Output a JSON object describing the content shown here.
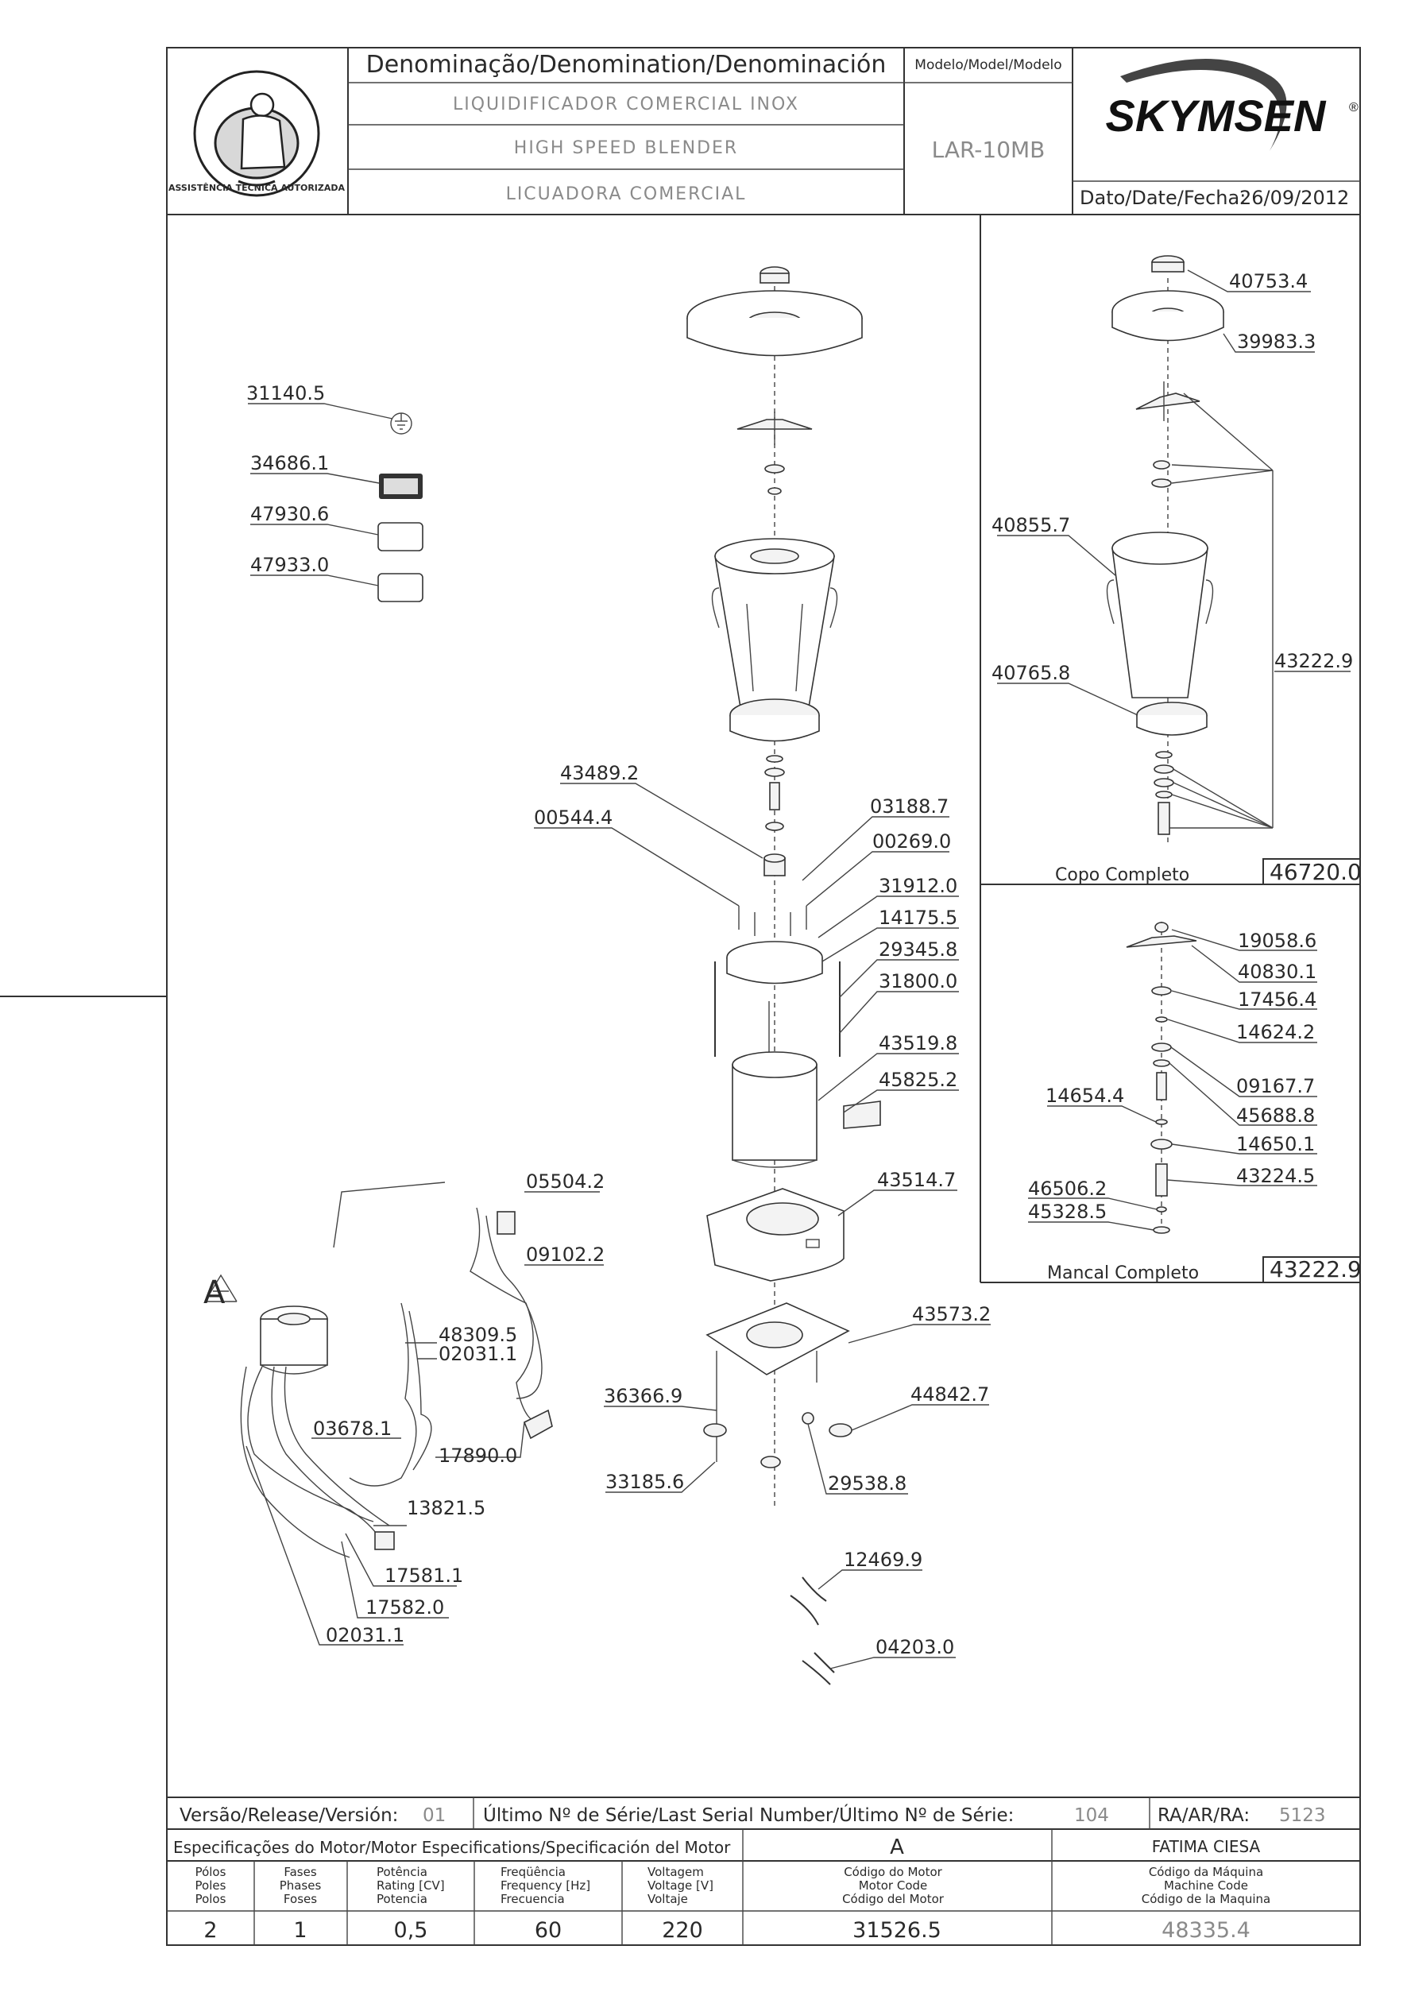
{
  "header": {
    "stamp_text": "ASSISTÊNCIA TÉCNICA AUTORIZADA",
    "denomination_label": "Denominação/Denomination/Denominación",
    "names": [
      "LIQUIDIFICADOR COMERCIAL INOX",
      "HIGH SPEED BLENDER",
      "LICUADORA COMERCIAL"
    ],
    "model_label": "Modelo/Model/Modelo",
    "model_value": "LAR-10MB",
    "brand": "SKYMSEN",
    "brand_mark": "®",
    "date_label": "Dato/Date/Fecha:",
    "date_value": "26/09/2012"
  },
  "diagram": {
    "parts": {
      "p31140_5": "31140.5",
      "p34686_1": "34686.1",
      "p47930_6": "47930.6",
      "p47933_0": "47933.0",
      "p43489_2": "43489.2",
      "p00544_4": "00544.4",
      "p03188_7": "03188.7",
      "p00269_0": "00269.0",
      "p31912_0": "31912.0",
      "p14175_5": "14175.5",
      "p29345_8": "29345.8",
      "p31800_0": "31800.0",
      "p43519_8": "43519.8",
      "p45825_2": "45825.2",
      "p43514_7": "43514.7",
      "p43573_2": "43573.2",
      "p36366_9": "36366.9",
      "p44842_7": "44842.7",
      "p33185_6": "33185.6",
      "p29538_8": "29538.8",
      "p12469_9": "12469.9",
      "p04203_0": "04203.0",
      "p05504_2": "05504.2",
      "p09102_2": "09102.2",
      "p48309_5": "48309.5",
      "p02031_1a": "02031.1",
      "p03678_1": "03678.1",
      "p17890_0": "17890.0",
      "p13821_5": "13821.5",
      "p17581_1": "17581.1",
      "p17582_0": "17582.0",
      "p02031_1b": "02031.1",
      "motor_letter": "A"
    },
    "copo": {
      "title": "Copo Completo",
      "code": "46720.0",
      "parts": {
        "p40753_4": "40753.4",
        "p39983_3": "39983.3",
        "p40855_7": "40855.7",
        "p40765_8": "40765.8",
        "p43222_9": "43222.9"
      }
    },
    "mancal": {
      "title": "Mancal Completo",
      "code": "43222.9",
      "parts": {
        "p19058_6": "19058.6",
        "p40830_1": "40830.1",
        "p17456_4": "17456.4",
        "p14624_2": "14624.2",
        "p09167_7": "09167.7",
        "p14654_4": "14654.4",
        "p45688_8": "45688.8",
        "p14650_1": "14650.1",
        "p43224_5": "43224.5",
        "p46506_2": "46506.2",
        "p45328_5": "45328.5"
      }
    }
  },
  "footer": {
    "release_label": "Versão/Release/Versión:",
    "release_value": "01",
    "serial_label": "Último Nº de Série/Last Serial Number/Último Nº de Série:",
    "serial_value": "104",
    "ra_label": "RA/AR/RA:",
    "ra_value": "5123",
    "motor_spec_label": "Especificações do Motor/Motor Especifications/Specificación del Motor",
    "motor_letter": "A",
    "author": "FATIMA CIESA",
    "columns": [
      [
        "Pólos",
        "Poles",
        "Polos"
      ],
      [
        "Fases",
        "Phases",
        "Foses"
      ],
      [
        "Potência",
        "Rating [CV]",
        "Potencia"
      ],
      [
        "Freqüência",
        "Frequency [Hz]",
        "Frecuencia"
      ],
      [
        "Voltagem",
        "Voltage [V]",
        "Voltaje"
      ],
      [
        "Código do Motor",
        "Motor Code",
        "Código del Motor"
      ],
      [
        "Código da Máquina",
        "Machine Code",
        "Código de la Maquina"
      ]
    ],
    "values": [
      "2",
      "1",
      "0,5",
      "60",
      "220",
      "31526.5",
      "48335.4"
    ]
  }
}
